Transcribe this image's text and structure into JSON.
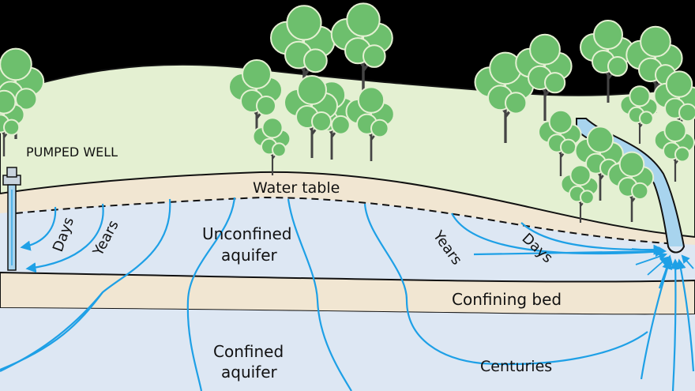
{
  "labels": {
    "pumped_well": "PUMPED WELL",
    "water_table": "Water table",
    "unconfined_line1": "Unconfined",
    "unconfined_line2": "aquifer",
    "confining_bed": "Confining bed",
    "confined_line1": "Confined",
    "confined_line2": "aquifer",
    "centuries": "Centuries",
    "days_left": "Days",
    "years_left": "Years",
    "years_right": "Years",
    "days_right": "Days"
  },
  "colors": {
    "sky": "#000000",
    "hills": "#e4f0d2",
    "water_table_band": "#f1e6d2",
    "aquifer": "#dde7f3",
    "confining_bed": "#f1e6d2",
    "flow_lines": "#1ea0e6",
    "stream": "#a8d4ee",
    "tree_foliage": "#6dbf6d",
    "tree_trunk": "#444444"
  }
}
